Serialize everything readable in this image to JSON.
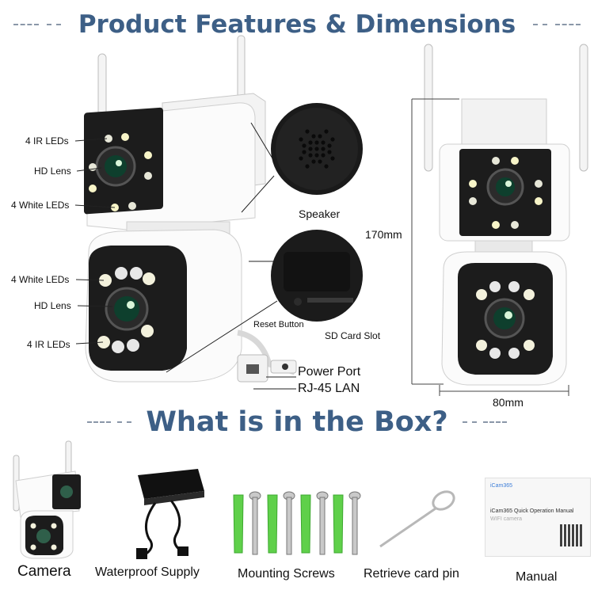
{
  "header": {
    "title": "Product Features & Dimensions"
  },
  "features": {
    "top_ir_leds": "4 IR LEDs",
    "top_hd_lens": "HD Lens",
    "top_white_leds": "4 White LEDs",
    "bottom_white_leds": "4 White LEDs",
    "bottom_hd_lens": "HD Lens",
    "bottom_ir_leds": "4 IR LEDs",
    "speaker": "Speaker",
    "reset_button": "Reset Button",
    "sd_card_slot": "SD Card Slot",
    "power_port": "Power Port",
    "rj45_lan": "RJ-45 LAN"
  },
  "dimensions": {
    "height": "170mm",
    "width": "80mm"
  },
  "box_section": {
    "title": "What is in the Box?",
    "items": [
      "Camera",
      "Waterproof Supply",
      "Mounting Screws",
      "Retrieve card pin",
      "Manual"
    ]
  },
  "manual": {
    "brand": "iCam365",
    "title": "iCam365 Quick Operation Manual",
    "subtitle": "WIFI camera"
  },
  "colors": {
    "heading": "#3d5f86",
    "dash": "#8a97a8",
    "anchor_green": "#5fd04a",
    "camera_black": "#1c1c1c"
  }
}
